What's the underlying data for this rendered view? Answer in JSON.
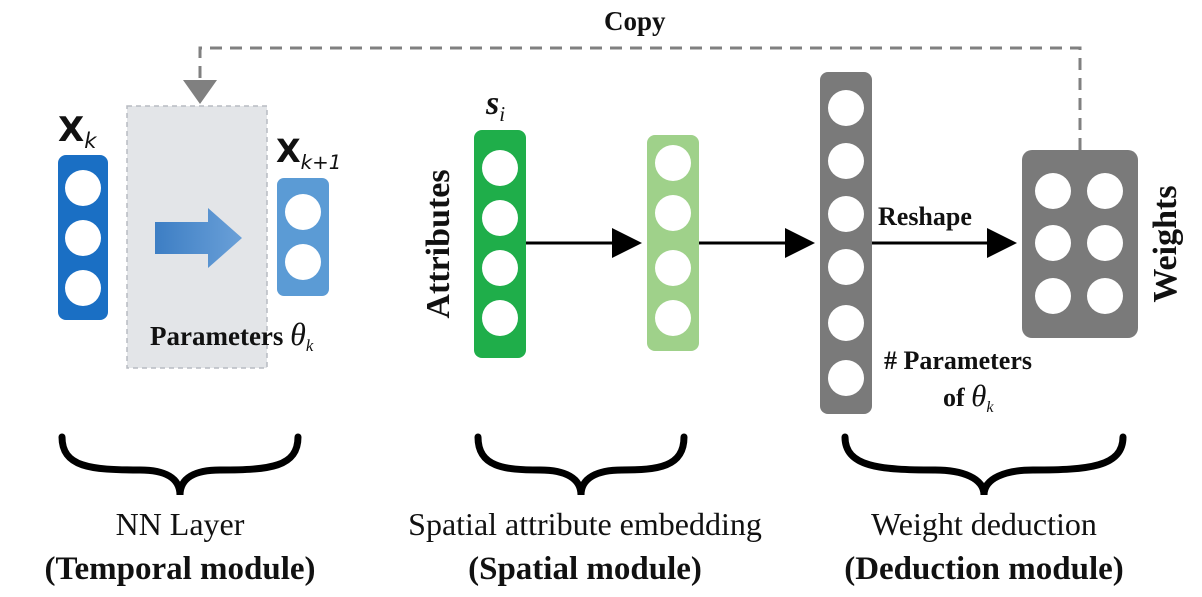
{
  "labels": {
    "copy": "Copy",
    "x_k_base": "X",
    "x_k_sub": "k",
    "x_k1_base": "X",
    "x_k1_sub": "k+1",
    "parameters": "Parameters",
    "theta": "θ",
    "theta_sub": "k",
    "s_base": "s",
    "s_sub": "i",
    "attributes": "Attributes",
    "reshape": "Reshape",
    "weights": "Weights",
    "num_params_line1": "# Parameters",
    "num_params_line2": "of"
  },
  "captions": {
    "temporal_title": "NN Layer",
    "temporal_module": "(Temporal module)",
    "spatial_title": "Spatial attribute embedding",
    "spatial_module": "(Spatial module)",
    "deduction_title": "Weight deduction",
    "deduction_module": "(Deduction module)"
  },
  "colors": {
    "input_vector": "#1a6fc4",
    "output_vector": "#5b9bd5",
    "attribute_vector": "#1fae4a",
    "embedding_vector": "#9fd18a",
    "param_vector": "#7a7a7a",
    "weights_block": "#7a7a7a",
    "layer_box": "#e3e5e8",
    "arrow_blue": "#4f86c6",
    "dashed_line": "#808080"
  }
}
